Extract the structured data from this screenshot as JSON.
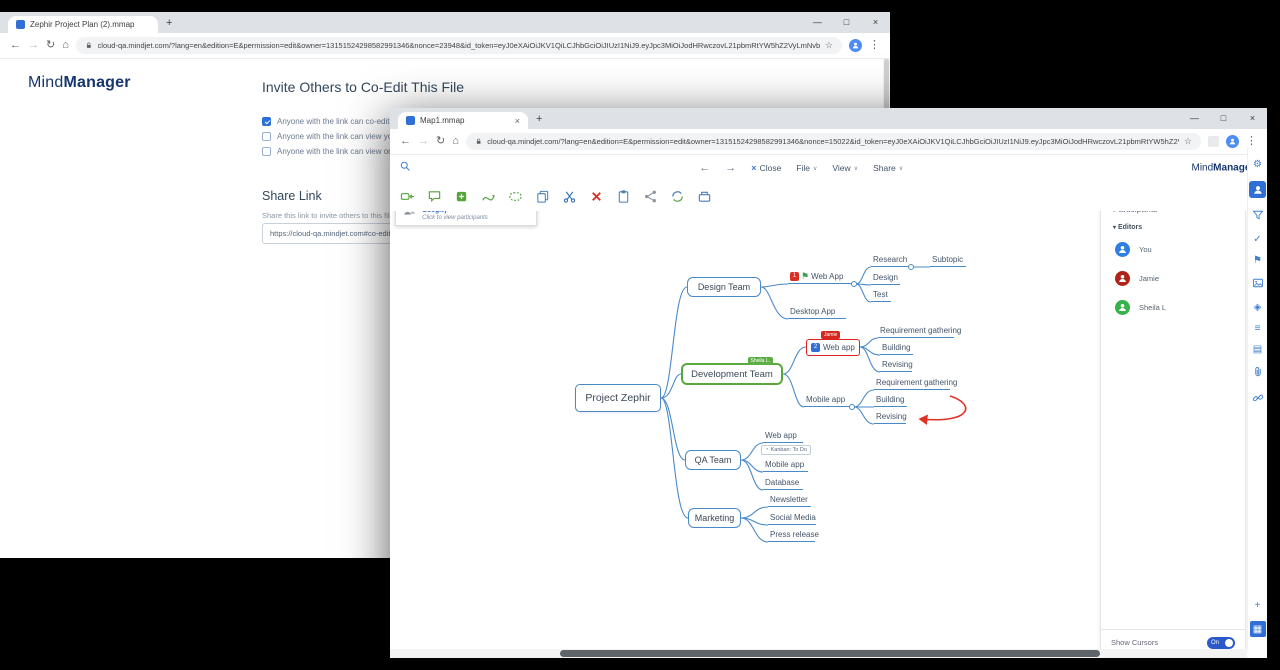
{
  "icons": {
    "back_arrow": "←",
    "forward_arrow": "→",
    "reload": "↻",
    "home": "⌂",
    "star": "☆",
    "menu_dots": "⋮",
    "minimize": "—",
    "maximize": "□",
    "close": "×",
    "new_tab": "+",
    "chevron_down": "∨",
    "close_x": "×",
    "gear": "⚙",
    "check": "✓",
    "flag": "⚑",
    "tag": "◈",
    "list": "≡",
    "cards": "▤",
    "plus": "+",
    "navigator": "▦",
    "kanban": "◔",
    "triangle_down": "▾"
  },
  "window1": {
    "tab_title": "Zephir Project Plan (2).mmap",
    "url": "cloud-qa.mindjet.com/?lang=en&edition=E&permission=edit&owner=13151524298582991346&nonce=23948&id_token=eyJ0eXAiOiJKV1QiLCJhbGciOiJIUzI1NiJ9.eyJpc3MiOiJodHRwczovL21pbmRtYW5hZ2VyLmNvbSIsImF1ZCI6Im1pbmRtYW5hZ2VyIn0",
    "page": {
      "logo_mind": "Mind",
      "logo_manager": "Manager",
      "heading": "Invite Others to Co-Edit This File",
      "options": [
        {
          "label": "Anyone with the link can co-edit"
        },
        {
          "label": "Anyone with the link can view you"
        },
        {
          "label": "Anyone with the link can view or e"
        }
      ],
      "share_heading": "Share Link",
      "share_hint": "Share this link to invite others to this file.",
      "share_value": "https://cloud-qa.mindjet.com#co-edit/goc"
    }
  },
  "window2": {
    "tab_title": "Map1.mmap",
    "url": "cloud-qa.mindjet.com/?lang=en&edition=E&permission=edit&owner=13151524298582991346&nonce=15022&id_token=eyJ0eXAiOiJKV1QiLCJhbGciOiJIUzI1NiJ9.eyJpc3MiOiJodHRwczovL21pbmRtYW5hZ2VyLmNvbSIsImF1ZCI6Im1pbmRtYW5hZ2VyIn0",
    "appbar": {
      "close_label": "Close",
      "file": "File",
      "view": "View",
      "share": "Share",
      "logo_mind": "Mind",
      "logo_manager": "Manager",
      "reg": "®"
    },
    "toast": {
      "title": "Co-editing in progress (from Google)",
      "subtitle": "Click to view participants"
    },
    "participants": {
      "title": "Participants",
      "group": "Editors",
      "members": [
        {
          "name": "You"
        },
        {
          "name": "Jamie"
        },
        {
          "name": "Sheila L"
        }
      ],
      "show_cursors": "Show Cursors",
      "toggle_state": "On"
    },
    "map": {
      "root": "Project Zephir",
      "design": {
        "label": "Design Team",
        "priority": "1",
        "web_app": "Web App",
        "research": "Research",
        "subtopic": "Subtopic",
        "design": "Design",
        "test": "Test",
        "desktop_app": "Desktop App"
      },
      "dev": {
        "label": "Development Team",
        "owner_tag": "Sheila L.",
        "web_app": "Web app",
        "editor_tag": "Jamie",
        "priority": "2",
        "req1": "Requirement gathering",
        "building1": "Building",
        "revising1": "Revising",
        "mobile_app": "Mobile app",
        "req2": "Requirement gathering",
        "building2": "Building",
        "revising2": "Revising"
      },
      "qa": {
        "label": "QA Team",
        "web_app": "Web app",
        "kanban": "Kanban: To Do",
        "mobile_app": "Mobile app",
        "database": "Database"
      },
      "marketing": {
        "label": "Marketing",
        "newsletter": "Newsletter",
        "social": "Social Media",
        "press": "Press release"
      }
    },
    "colors": {
      "accent_blue": "#2f6fd6",
      "branch_blue": "#4a89c8",
      "green": "#57a33e",
      "red": "#d93025",
      "avatar_you": "#2f7fe0",
      "avatar_jamie": "#b02318",
      "avatar_sheila": "#35b24a"
    }
  }
}
